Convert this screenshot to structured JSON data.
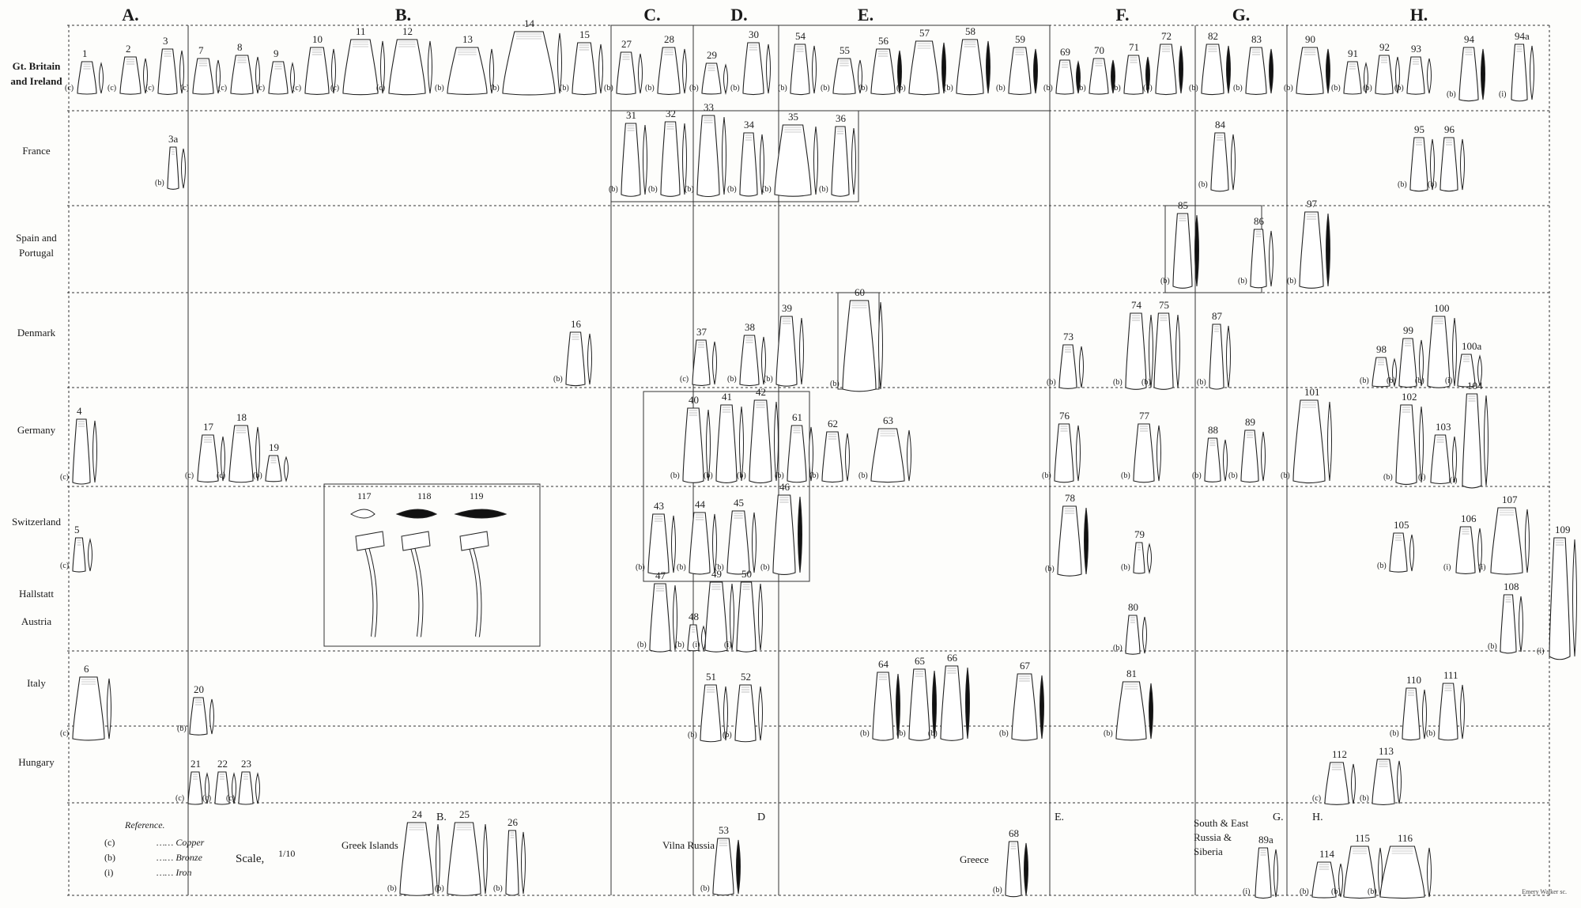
{
  "column_headers": [
    "A.",
    "B.",
    "C.",
    "D.",
    "E.",
    "F.",
    "G.",
    "H."
  ],
  "row_headers": [
    "Gt. Britain and Ireland",
    "France",
    "Spain and Portugal",
    "Denmark",
    "Germany",
    "Switzerland",
    "Hallstatt",
    "Austria",
    "Italy",
    "Hungary"
  ],
  "inset_panel": {
    "labels": [
      "117",
      "118",
      "119"
    ]
  },
  "reference": {
    "title": "Reference.",
    "entries": [
      {
        "code": "(c)",
        "material": "Copper"
      },
      {
        "code": "(b)",
        "material": "Bronze"
      },
      {
        "code": "(i)",
        "material": "Iron"
      }
    ],
    "scale_label": "Scale,",
    "scale_value": "1/10"
  },
  "bottom_regions": [
    {
      "label": "Greek Islands",
      "group": "B.",
      "numbers": [
        "24",
        "25",
        "26"
      ]
    },
    {
      "label": "Vilna Russia",
      "group": "D",
      "numbers": [
        "53"
      ]
    },
    {
      "label": "Greece",
      "group": "E.",
      "numbers": [
        "68"
      ]
    },
    {
      "label": "South & East Russia & Siberia",
      "group": "G.",
      "numbers": [
        "89a"
      ]
    },
    {
      "label": "",
      "group": "H.",
      "numbers": [
        "114",
        "115",
        "116"
      ]
    }
  ],
  "credit": "Emery Walker sc.",
  "colors": {
    "ink": "#222222",
    "paper": "#fdfdfb",
    "fill_dark": "#111111"
  }
}
